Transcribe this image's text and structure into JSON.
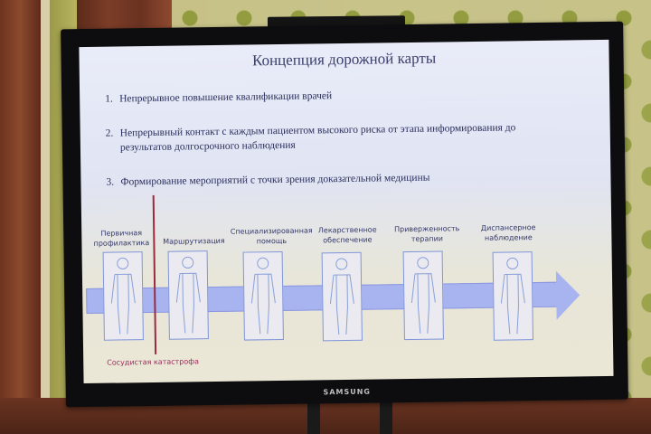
{
  "scene": {
    "description": "Photo of a Samsung TV displaying a presentation slide in a room with patterned green wallpaper",
    "tv_brand": "SAMSUNG"
  },
  "slide": {
    "title": "Концепция дорожной карты",
    "items": [
      {
        "number": "1.",
        "text": "Непрерывное повышение квалификации врачей"
      },
      {
        "number": "2.",
        "text": "Непрерывный контакт с каждым пациентом высокого риска от этапа информирования до результатов долгосрочного наблюдения"
      },
      {
        "number": "3.",
        "text": "Формирование мероприятий с точки зрения доказательной медицины"
      }
    ],
    "diagram": {
      "stages": [
        {
          "label": "Первичная профилактика"
        },
        {
          "label": "Маршрутизация"
        },
        {
          "label": "Специализированная помощь"
        },
        {
          "label": "Лекарственное обеспечение"
        },
        {
          "label": "Приверженность терапии"
        },
        {
          "label": "Диспансерное наблюдение"
        }
      ],
      "event_marker": "Сосудистая катастрофа",
      "colors": {
        "arrow": "#a8b4f0",
        "event_line": "#9b2a3c",
        "text": "#34386a"
      }
    }
  }
}
